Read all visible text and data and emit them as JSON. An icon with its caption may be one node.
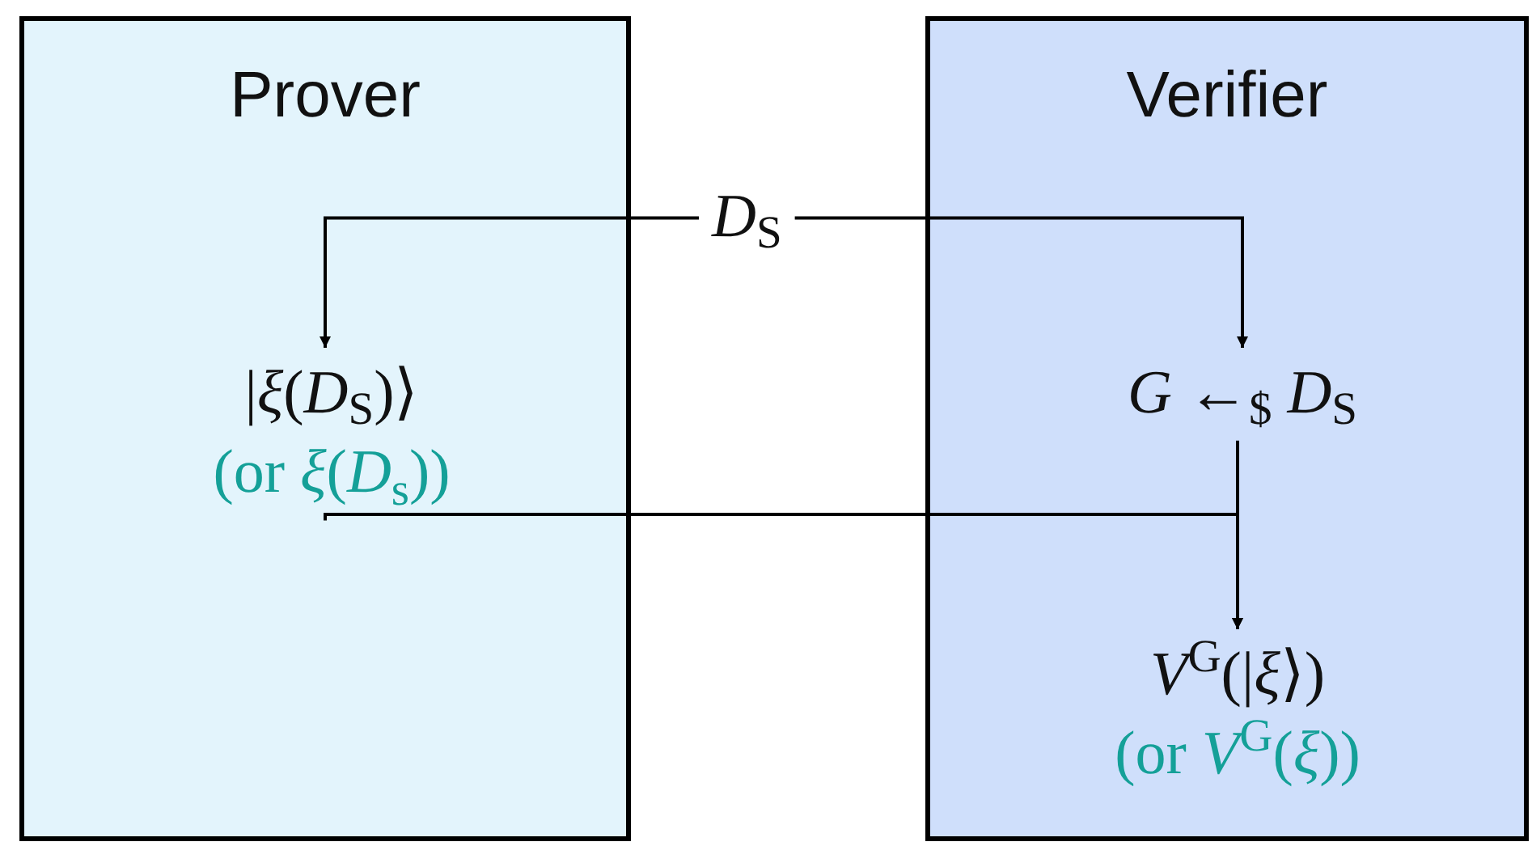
{
  "diagram": {
    "nodes": [
      {
        "text": [
          "Prover"
        ]
      },
      {
        "text": [
          "Verifier"
        ]
      },
      {
        "text": [
          "*D*$_{S}$"
        ]
      },
      {
        "text": [
          "|*ξ*(*D*$_{S}$)⟩",
          "(or *ξ*(*D*$_{s}$))"
        ],
        "in": 0
      },
      {
        "text": [
          "*G* ←$_{$}$ *D*$_{S}$"
        ],
        "in": 1
      },
      {
        "text": [
          "*V*$^{G}$(|*ξ*⟩)",
          "(or *V*$^{G}$(*ξ*))"
        ],
        "in": 1
      }
    ],
    "edges": [
      {
        "from": 2,
        "to": 3,
        "arrow": "to"
      },
      {
        "from": 2,
        "to": 4,
        "arrow": "to"
      },
      {
        "from": 3,
        "to": 5,
        "arrow": "to"
      },
      {
        "from": 4,
        "to": 5,
        "arrow": "to"
      }
    ]
  }
}
